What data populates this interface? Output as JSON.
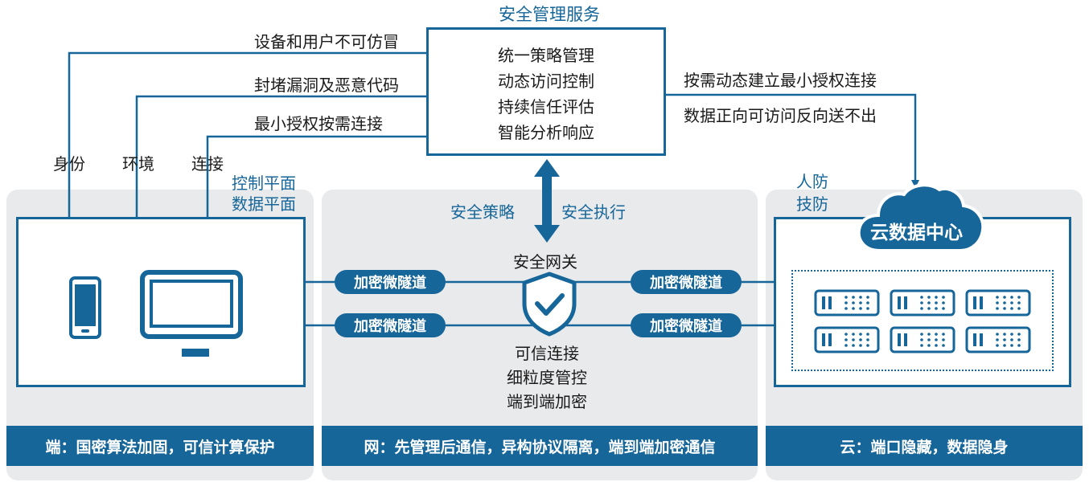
{
  "service": {
    "title": "安全管理服务",
    "items": [
      "统一策略管理",
      "动态访问控制",
      "持续信任评估",
      "智能分析响应"
    ]
  },
  "left_flows": [
    "设备和用户不可仿冒",
    "封堵漏洞及恶意代码",
    "最小授权按需连接"
  ],
  "pillars": [
    "身份",
    "环境",
    "连接"
  ],
  "planes": [
    "控制平面",
    "数据平面"
  ],
  "right_flow": [
    "按需动态建立最小授权连接",
    "数据正向可访问反向送不出"
  ],
  "defense": [
    "人防",
    "技防"
  ],
  "policy": {
    "left": "安全策略",
    "right": "安全执行"
  },
  "gateway": {
    "title": "安全网关",
    "features": [
      "可信连接",
      "细粒度管控",
      "端到端加密"
    ]
  },
  "tunnels": [
    "加密微隧道",
    "加密微隧道",
    "加密微隧道",
    "加密微隧道"
  ],
  "cloud_label": "云数据中心",
  "bottom": {
    "endpoint": "端：国密算法加固，可信计算保护",
    "network": "网：先管理后通信，异构协议隔离，端到端加密通信",
    "cloud": "云：端口隐藏，数据隐身"
  },
  "colors": {
    "accent": "#16669a",
    "panel": "#e9eaec"
  },
  "icons": [
    "phone-icon",
    "monitor-icon",
    "shield-check-icon",
    "cloud-icon",
    "server-icon"
  ]
}
